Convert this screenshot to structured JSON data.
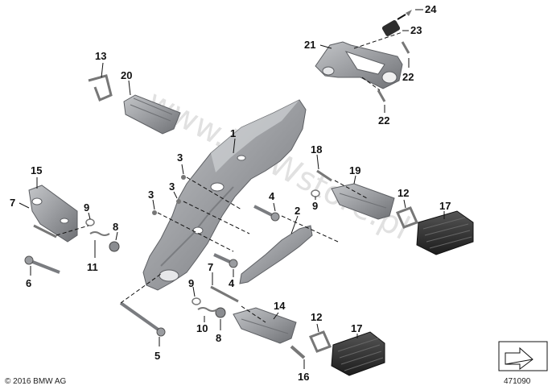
{
  "watermark": "www.BMWstore.pl",
  "copyright": "© 2016 BMW AG",
  "image_number": "471090",
  "colors": {
    "part": "#9a9ca0",
    "part_dark": "#6e7074",
    "rubber": "#2b2b2b",
    "ink": "#111111"
  },
  "icons": [
    "orientation-arrow-icon"
  ],
  "callouts": [
    {
      "id": "1",
      "label": "1"
    },
    {
      "id": "2",
      "label": "2"
    },
    {
      "id": "3a",
      "label": "3"
    },
    {
      "id": "3b",
      "label": "3"
    },
    {
      "id": "3c",
      "label": "3"
    },
    {
      "id": "4a",
      "label": "4"
    },
    {
      "id": "4b",
      "label": "4"
    },
    {
      "id": "5",
      "label": "5"
    },
    {
      "id": "6",
      "label": "6"
    },
    {
      "id": "7a",
      "label": "7"
    },
    {
      "id": "7b",
      "label": "7"
    },
    {
      "id": "8a",
      "label": "8"
    },
    {
      "id": "8b",
      "label": "8"
    },
    {
      "id": "9a",
      "label": "9"
    },
    {
      "id": "9b",
      "label": "9"
    },
    {
      "id": "9c",
      "label": "9"
    },
    {
      "id": "10",
      "label": "10"
    },
    {
      "id": "11",
      "label": "11"
    },
    {
      "id": "12a",
      "label": "12"
    },
    {
      "id": "12b",
      "label": "12"
    },
    {
      "id": "13",
      "label": "13"
    },
    {
      "id": "14",
      "label": "14"
    },
    {
      "id": "15",
      "label": "15"
    },
    {
      "id": "16",
      "label": "16"
    },
    {
      "id": "17a",
      "label": "17"
    },
    {
      "id": "17b",
      "label": "17"
    },
    {
      "id": "18",
      "label": "18"
    },
    {
      "id": "19",
      "label": "19"
    },
    {
      "id": "20",
      "label": "20"
    },
    {
      "id": "21",
      "label": "21"
    },
    {
      "id": "22a",
      "label": "22"
    },
    {
      "id": "22b",
      "label": "22"
    },
    {
      "id": "23",
      "label": "23"
    },
    {
      "id": "24",
      "label": "24"
    }
  ]
}
